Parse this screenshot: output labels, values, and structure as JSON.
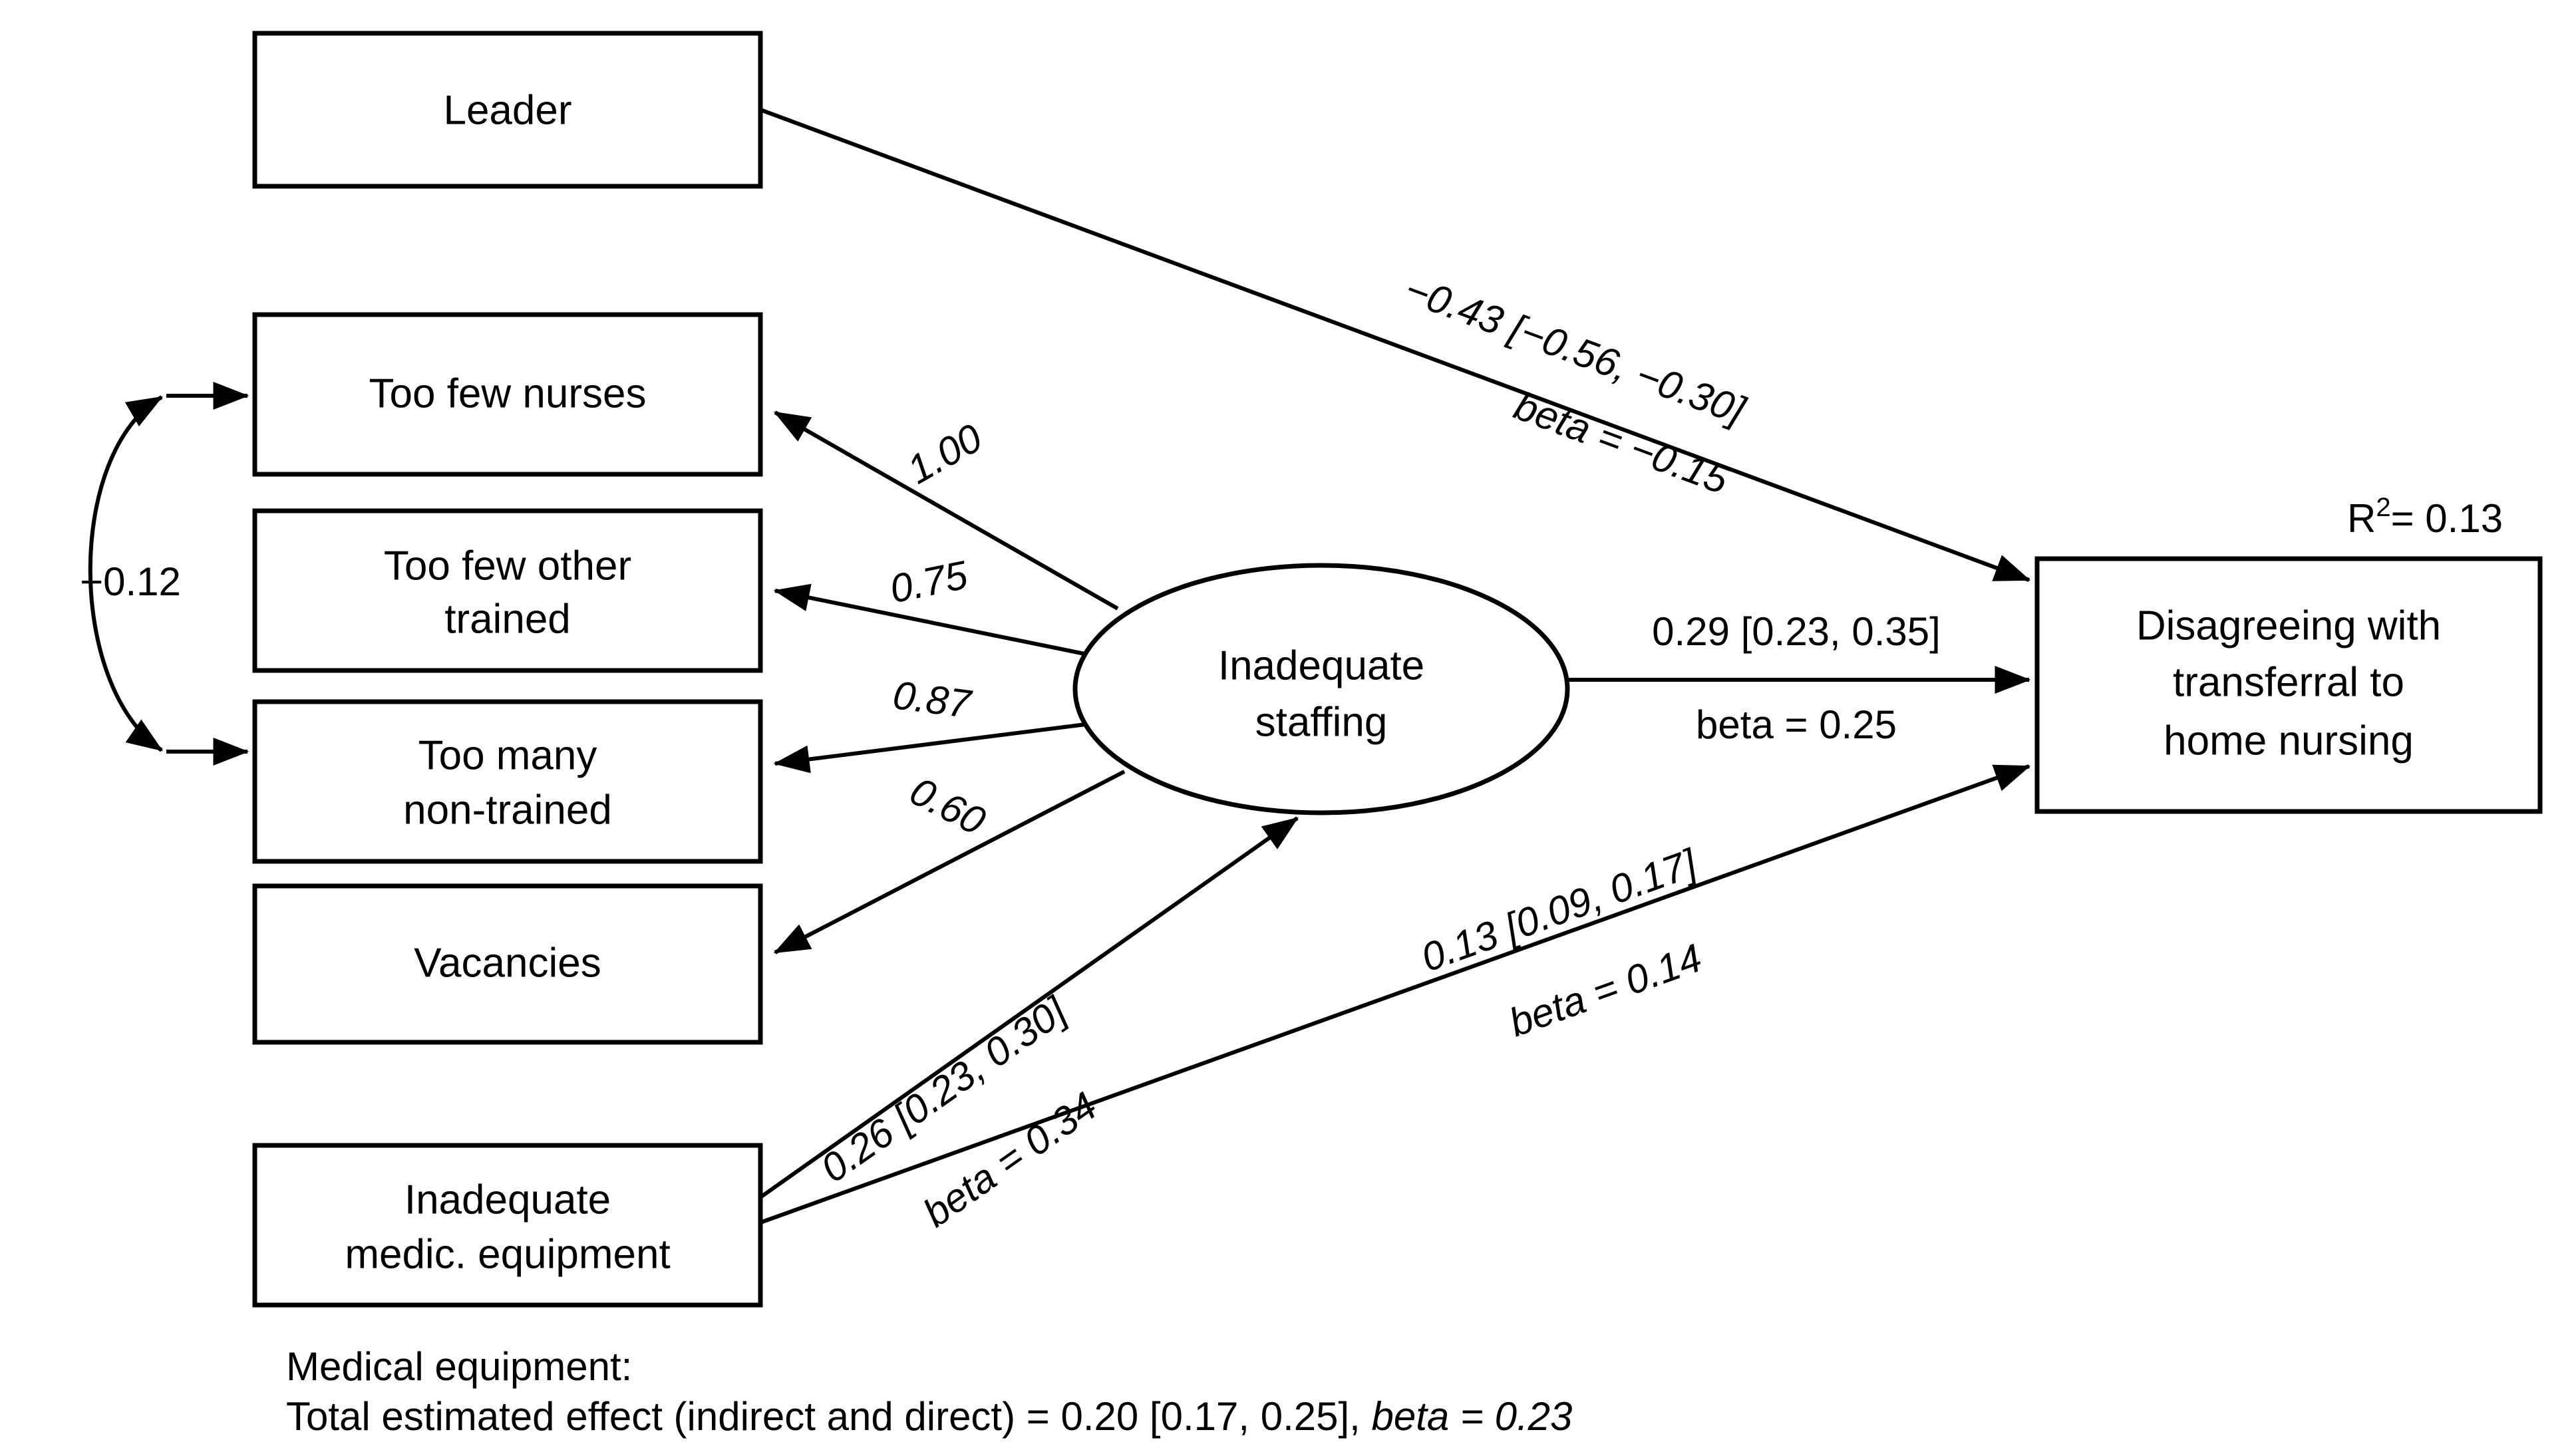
{
  "diagram": {
    "type": "structural-equation-model",
    "nodes": {
      "leader": {
        "label": "Leader",
        "shape": "rect"
      },
      "too_few_nurses": {
        "label": "Too few nurses",
        "shape": "rect"
      },
      "too_few_other_trained": {
        "label_line1": "Too few other",
        "label_line2": "trained",
        "shape": "rect"
      },
      "too_many_non_trained": {
        "label_line1": "Too many",
        "label_line2": "non-trained",
        "shape": "rect"
      },
      "vacancies": {
        "label": "Vacancies",
        "shape": "rect"
      },
      "inadequate_equipment": {
        "label_line1": "Inadequate",
        "label_line2": "medic. equipment",
        "shape": "rect"
      },
      "inadequate_staffing": {
        "label_line1": "Inadequate",
        "label_line2": "staffing",
        "shape": "ellipse"
      },
      "outcome": {
        "label_line1": "Disagreeing with",
        "label_line2": "transferral to",
        "label_line3": "home nursing",
        "shape": "rect"
      }
    },
    "fit": {
      "r_squared_label": "R",
      "r_squared_exponent": "2",
      "r_squared_value": "= 0.13"
    },
    "loadings": [
      {
        "from": "inadequate_staffing",
        "to": "too_few_nurses",
        "label": "1.00"
      },
      {
        "from": "inadequate_staffing",
        "to": "too_few_other_trained",
        "label": "0.75"
      },
      {
        "from": "inadequate_staffing",
        "to": "too_many_non_trained",
        "label": "0.87"
      },
      {
        "from": "inadequate_staffing",
        "to": "vacancies",
        "label": "0.60"
      }
    ],
    "covariance": {
      "between": [
        "too_few_nurses",
        "too_many_non_trained"
      ],
      "label": "−0.12"
    },
    "paths": [
      {
        "id": "leader-to-outcome",
        "from": "leader",
        "to": "outcome",
        "estimate": "−0.43 [−0.56, −0.30]",
        "beta": "beta = −0.15"
      },
      {
        "id": "staffing-to-outcome",
        "from": "inadequate_staffing",
        "to": "outcome",
        "estimate": "0.29 [0.23, 0.35]",
        "beta": "beta = 0.25"
      },
      {
        "id": "equipment-to-staffing",
        "from": "inadequate_equipment",
        "to": "inadequate_staffing",
        "estimate": "0.26 [0.23, 0.30]",
        "beta": "beta = 0.34"
      },
      {
        "id": "equipment-to-outcome",
        "from": "inadequate_equipment",
        "to": "outcome",
        "estimate": "0.13 [0.09, 0.17]",
        "beta": "beta = 0.14"
      }
    ],
    "caption": {
      "line1": "Medical equipment:",
      "line2_prefix": "Total estimated effect (indirect and direct) = 0.20 [0.17, 0.25], ",
      "line2_emphasis": "beta = 0.23"
    }
  },
  "chart_data": {
    "type": "diagram",
    "title": "",
    "notes": "Path diagram with standardized and unstandardized estimates with 95% confidence intervals."
  }
}
